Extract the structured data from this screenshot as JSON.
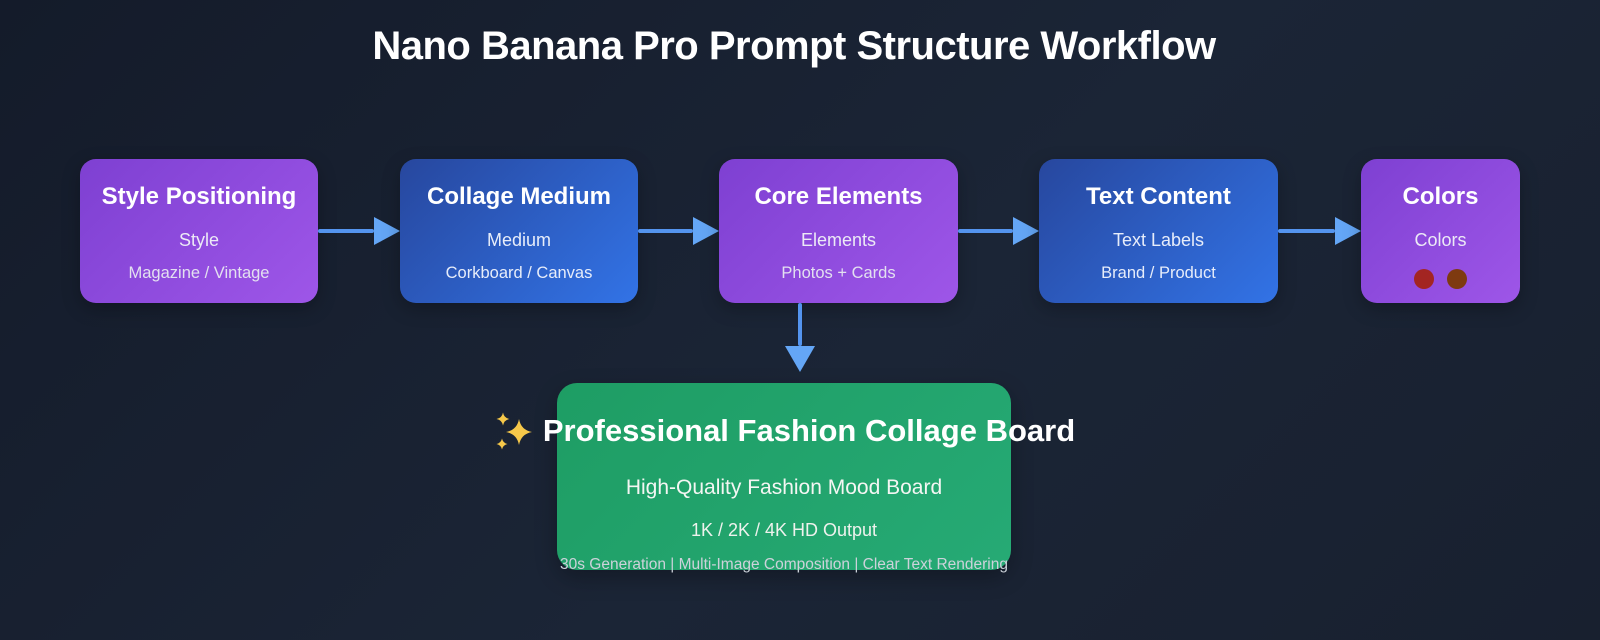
{
  "title": "Nano Banana Pro Prompt Structure Workflow",
  "flow": {
    "boxes": [
      {
        "title": "Style Positioning",
        "subtitle": "Style",
        "detail": "Magazine / Vintage",
        "theme": "purple"
      },
      {
        "title": "Collage Medium",
        "subtitle": "Medium",
        "detail": "Corkboard / Canvas",
        "theme": "blue"
      },
      {
        "title": "Core Elements",
        "subtitle": "Elements",
        "detail": "Photos + Cards",
        "theme": "purple"
      },
      {
        "title": "Text Content",
        "subtitle": "Text Labels",
        "detail": "Brand / Product",
        "theme": "blue"
      },
      {
        "title": "Colors",
        "subtitle": "Colors",
        "theme": "purple",
        "swatches": [
          "#a32522",
          "#7e3a10"
        ]
      }
    ]
  },
  "result": {
    "icon": "sparkles-icon",
    "title": "Professional Fashion Collage Board",
    "subtitle": "High-Quality Fashion Mood Board",
    "output": "1K / 2K / 4K HD Output",
    "footnote": "30s Generation | Multi-Image Composition | Clear Text Rendering"
  },
  "colors": {
    "background": "#1b2434",
    "purple_gradient_start": "#7e40d2",
    "purple_gradient_end": "#9e56e8",
    "blue_gradient_start": "#27479e",
    "blue_gradient_end": "#3273e6",
    "green_gradient_start": "#1e9d64",
    "green_gradient_end": "#26aa75",
    "arrow": "#5f9ff2",
    "sparkle": "#f6c84a"
  }
}
